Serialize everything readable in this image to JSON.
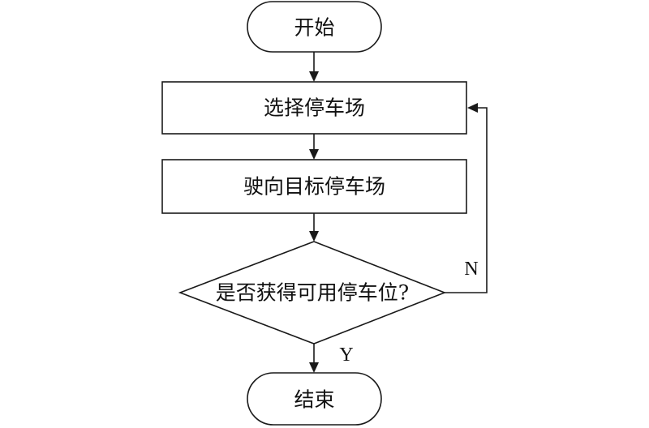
{
  "flowchart": {
    "start": "开始",
    "steps": [
      {
        "label": "选择停车场"
      },
      {
        "label": "驶向目标停车场"
      }
    ],
    "decision": {
      "label": "是否获得可用停车位?",
      "yes_label": "Y",
      "no_label": "N"
    },
    "end": "结束"
  }
}
